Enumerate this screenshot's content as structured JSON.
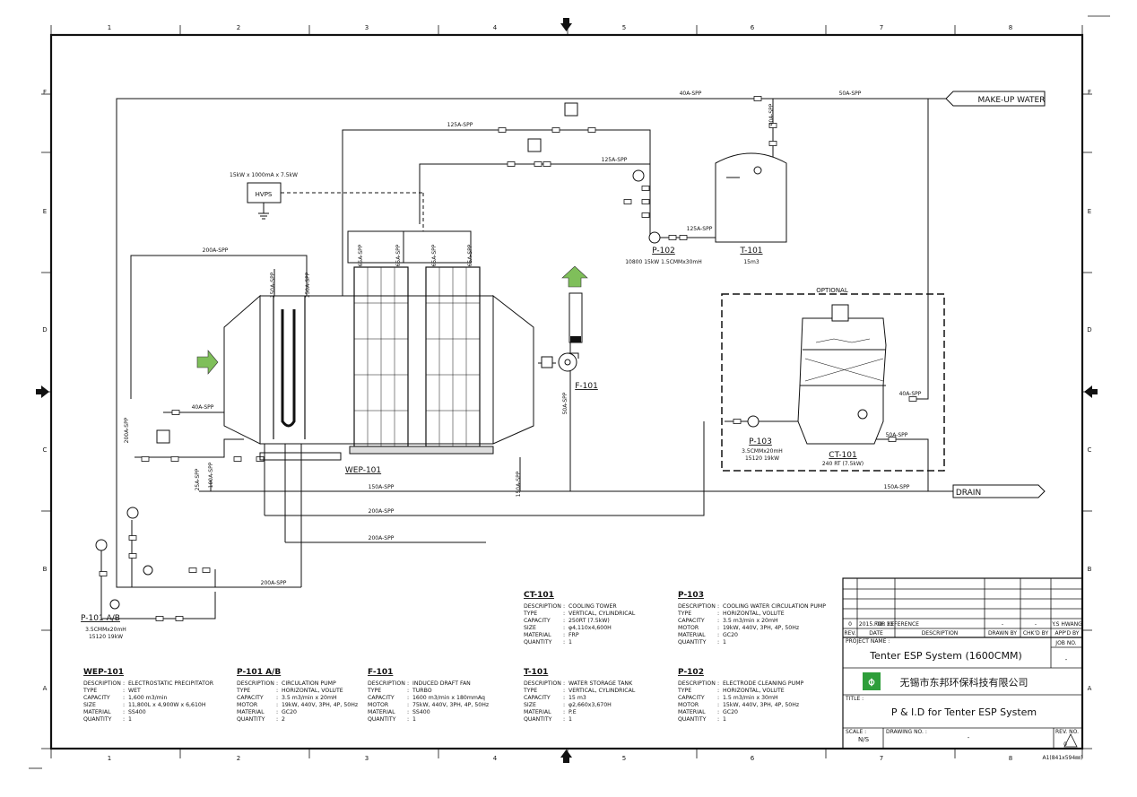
{
  "grid": {
    "columns": [
      "1",
      "2",
      "3",
      "4",
      "5",
      "6",
      "7",
      "8"
    ],
    "rows": [
      "F",
      "E",
      "D",
      "C",
      "B",
      "A"
    ]
  },
  "inlet": {
    "makeup_water": "MAKE-UP WATER",
    "drain": "DRAIN"
  },
  "optional_label": "OPTIONAL",
  "hvps": {
    "spec": "15kW x 1000mA x 7.5kW",
    "label": "HVPS"
  },
  "line_labels": {
    "l40a_top": "40A-SPP",
    "l50a_top": "50A-SPP",
    "l125a_1": "125A-SPP",
    "l125a_2": "125A-SPP",
    "l125a_3": "125A-SPP",
    "l200a_1": "200A-SPP",
    "l150a_v": "150A-SPP",
    "l150a_v2": "150A-SPP",
    "l40a_sub": "40A-SPP",
    "l40a_ct": "40A-SPP",
    "l50a_ct": "50A-SPP",
    "l50a_f": "50A-SPP",
    "l40a_t": "40A-SPP",
    "l150a_main": "150A-SPP",
    "l150a_right": "150A-SPP",
    "l200a_2": "200A-SPP",
    "l200a_3": "200A-SPP",
    "l200a_4": "200A-SPP",
    "l200a_v": "200A-SPP",
    "l25a": "25A-SPP",
    "l100a": "100A-SPP",
    "l150a_w": "150A-SPP",
    "l65a_1": "65A-SPP",
    "l65a_2": "65A-SPP",
    "l65a_3": "65A-SPP",
    "l65a_4": "65A-SPP"
  },
  "equipment_tags": {
    "p102": "P-102",
    "p102_spec": "10800 15kW 1.5CMMx30mH",
    "t101": "T-101",
    "t101_spec": "15m3",
    "f101": "F-101",
    "wep101": "WEP-101",
    "p103": "P-103",
    "p103_spec1": "3.5CMMx20mH",
    "p103_spec2": "15120 19kW",
    "ct101": "CT-101",
    "ct101_spec": "240 RT (7.5kW)",
    "p101": "P-101 A/B",
    "p101_spec1": "3.5CMMx20mH",
    "p101_spec2": "15120 19kW"
  },
  "spec_blocks": [
    {
      "title": "WEP-101",
      "rows": [
        [
          "DESCRIPTION",
          "ELECTROSTATIC PRECIPITATOR"
        ],
        [
          "TYPE",
          "WET"
        ],
        [
          "CAPACITY",
          "1,600 m3/min"
        ],
        [
          "SIZE",
          "11,800L x 4,900W x 6,610H"
        ],
        [
          "MATERIAL",
          "SS400"
        ],
        [
          "QUANTITY",
          "1"
        ]
      ]
    },
    {
      "title": "P-101 A/B",
      "rows": [
        [
          "DESCRIPTION",
          "CIRCULATION PUMP"
        ],
        [
          "TYPE",
          "HORIZONTAL, VOLUTE"
        ],
        [
          "CAPACITY",
          "3.5 m3/min x 20mH"
        ],
        [
          "MOTOR",
          "19kW, 440V, 3PH, 4P, 50Hz"
        ],
        [
          "MATERIAL",
          "GC20"
        ],
        [
          "QUANTITY",
          "2"
        ]
      ]
    },
    {
      "title": "F-101",
      "rows": [
        [
          "DESCRIPTION",
          "INDUCED DRAFT FAN"
        ],
        [
          "TYPE",
          "TURBO"
        ],
        [
          "CAPACITY",
          "1600 m3/min x 180mmAq"
        ],
        [
          "MOTOR",
          "75kW, 440V, 3PH, 4P, 50Hz"
        ],
        [
          "MATERIAL",
          "SS400"
        ],
        [
          "QUANTITY",
          "1"
        ]
      ]
    },
    {
      "title": "CT-101",
      "rows": [
        [
          "DESCRIPTION",
          "COOLING TOWER"
        ],
        [
          "TYPE",
          "VERTICAL, CYLINDRICAL"
        ],
        [
          "CAPACITY",
          "250RT (7.5kW)"
        ],
        [
          "SIZE",
          "φ4,110x4,600H"
        ],
        [
          "MATERIAL",
          "FRP"
        ],
        [
          "QUANTITY",
          "1"
        ]
      ]
    },
    {
      "title": "T-101",
      "rows": [
        [
          "DESCRIPTION",
          "WATER STORAGE TANK"
        ],
        [
          "TYPE",
          "VERTICAL, CYLINDRICAL"
        ],
        [
          "CAPACITY",
          "15 m3"
        ],
        [
          "SIZE",
          "φ2,660x3,670H"
        ],
        [
          "MATERIAL",
          "P.E"
        ],
        [
          "QUANTITY",
          "1"
        ]
      ]
    },
    {
      "title": "P-103",
      "rows": [
        [
          "DESCRIPTION",
          "COOLING WATER CIRCULATION PUMP"
        ],
        [
          "TYPE",
          "HORIZONTAL, VOLUTE"
        ],
        [
          "CAPACITY",
          "3.5 m3/min x 20mH"
        ],
        [
          "MOTOR",
          "19kW, 440V, 3PH, 4P, 50Hz"
        ],
        [
          "MATERIAL",
          "GC20"
        ],
        [
          "QUANTITY",
          "1"
        ]
      ]
    },
    {
      "title": "P-102",
      "rows": [
        [
          "DESCRIPTION",
          "ELECTRODE CLEANING PUMP"
        ],
        [
          "TYPE",
          "HORIZONTAL, VOLUTE"
        ],
        [
          "CAPACITY",
          "1.5 m3/min x 30mH"
        ],
        [
          "MOTOR",
          "15kW, 440V, 3PH, 4P, 50Hz"
        ],
        [
          "MATERIAL",
          "GC20"
        ],
        [
          "QUANTITY",
          "1"
        ]
      ]
    }
  ],
  "title_block": {
    "rev": "0",
    "date": "2015. 08. 13",
    "desc": "FOR REFERENCE",
    "drawn": "-",
    "chkd": "-",
    "appd": "Y.S HWANG",
    "h_rev": "REV.",
    "h_date": "DATE",
    "h_desc": "DESCRIPTION",
    "h_drawn": "DRAWN BY",
    "h_chkd": "CHK'D BY",
    "h_appd": "APP'D BY",
    "project_label": "PROJECT NAME :",
    "project_name": "Tenter ESP System (1600CMM)",
    "job_label": "JOB NO.",
    "job_value": "-",
    "company": "无锡市东邦环保科技有限公司",
    "title_label": "TITLE :",
    "title": "P & I.D for Tenter ESP System",
    "scale_label": "SCALE :",
    "scale": "N/S",
    "dwg_label": "DRAWING NO. :",
    "dwg": "-",
    "revno_label": "REV. NO.",
    "revno": "0",
    "sheet": "A1(841x594㎜)"
  },
  "colors": {
    "arrow_green": "#7fbf5a",
    "logo_green": "#2e9e3a",
    "line": "#111111"
  }
}
